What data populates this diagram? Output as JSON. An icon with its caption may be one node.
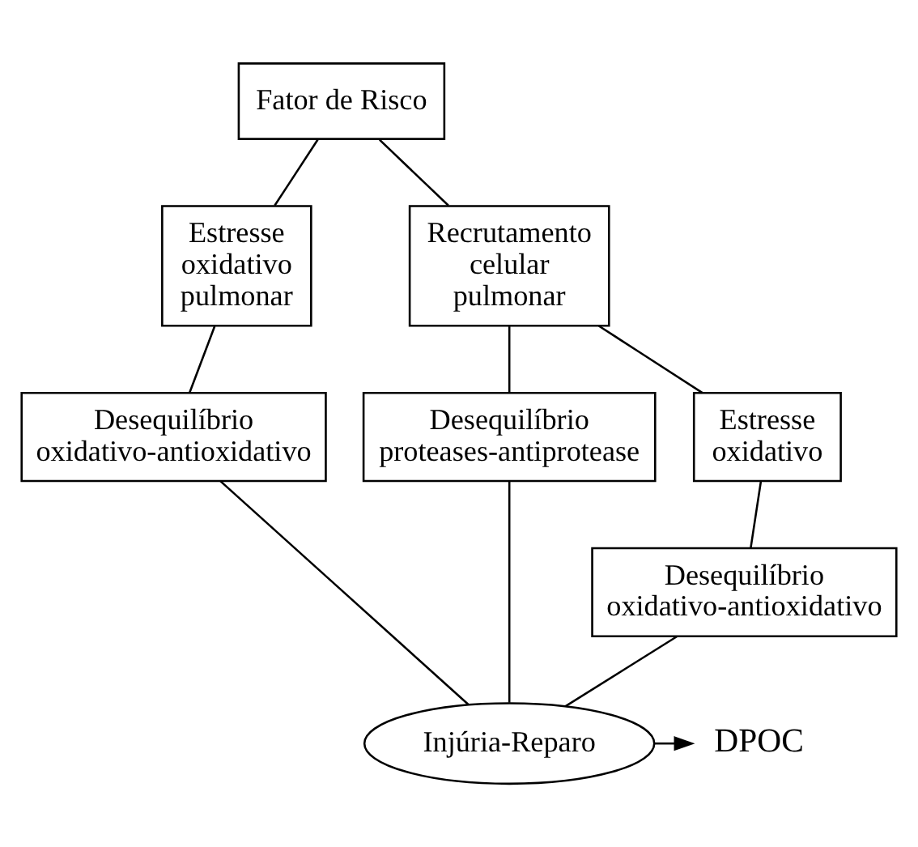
{
  "diagram": {
    "nodes": [
      {
        "text": [
          "Fator de Risco"
        ]
      },
      {
        "text": [
          "Estresse oxidativo pulmonar"
        ]
      },
      {
        "text": [
          "Recrutamento celular pulmonar"
        ]
      },
      {
        "text": [
          "Desequilíbrio oxidativo-antioxidativo"
        ]
      },
      {
        "text": [
          "Desequilíbrio proteases-antiprotease"
        ]
      },
      {
        "text": [
          "Estresse oxidativo"
        ]
      },
      {
        "text": [
          "Desequilíbrio oxidativo-antioxidativo"
        ]
      },
      {
        "text": [
          "Injúria-Reparo"
        ]
      },
      {
        "text": [
          "DPOC"
        ]
      }
    ],
    "edges": [
      {
        "from": 0,
        "to": 1,
        "arrow": "none"
      },
      {
        "from": 0,
        "to": 2,
        "arrow": "none"
      },
      {
        "from": 1,
        "to": 3,
        "arrow": "none"
      },
      {
        "from": 2,
        "to": 4,
        "arrow": "none"
      },
      {
        "from": 2,
        "to": 5,
        "arrow": "none"
      },
      {
        "from": 5,
        "to": 6,
        "arrow": "none"
      },
      {
        "from": 3,
        "to": 7,
        "arrow": "none"
      },
      {
        "from": 4,
        "to": 7,
        "arrow": "none"
      },
      {
        "from": 6,
        "to": 7,
        "arrow": "none"
      },
      {
        "from": 7,
        "to": 8,
        "arrow": "to"
      }
    ]
  }
}
